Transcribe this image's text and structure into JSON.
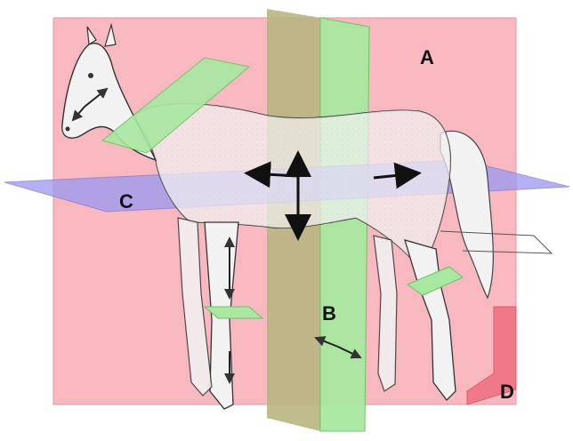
{
  "labels": {
    "a": "A",
    "b": "B",
    "c": "C",
    "d": "D"
  },
  "colors": {
    "sagittal_plane": "#f7b8c0",
    "transverse_plane": "#9fe39a",
    "dorsal_plane": "#9a98f0",
    "horse_body": "#f2f2f2",
    "arrow": "#111111",
    "d_plane": "#f06a7a"
  }
}
